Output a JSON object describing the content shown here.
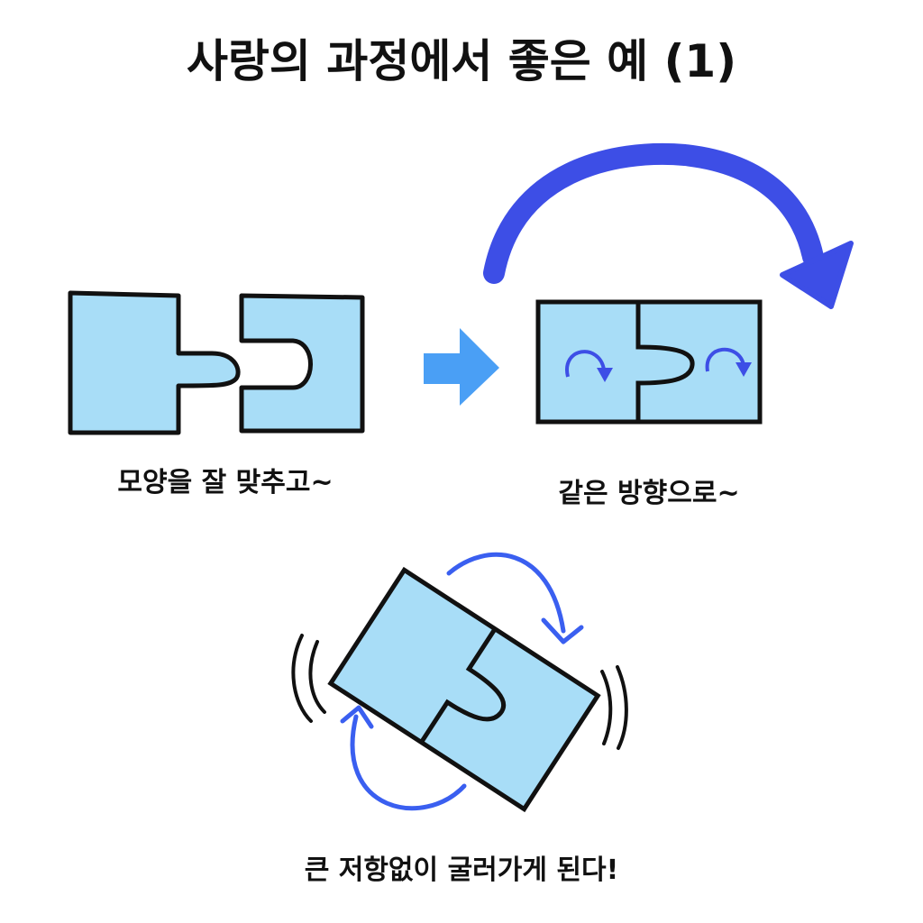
{
  "title": "사랑의 과정에서 좋은 예 (1)",
  "labels": {
    "step1": "모양을 잘 맞추고~",
    "step2": "같은 방향으로~",
    "result": "큰 저항없이 굴러가게 된다!"
  },
  "colors": {
    "piece_fill": "#a8ddf7",
    "outline": "#111111",
    "big_arrow": "#3d4ee6",
    "right_arrow": "#4a9ff5",
    "rotation_arrow": "#3a5ff0"
  }
}
